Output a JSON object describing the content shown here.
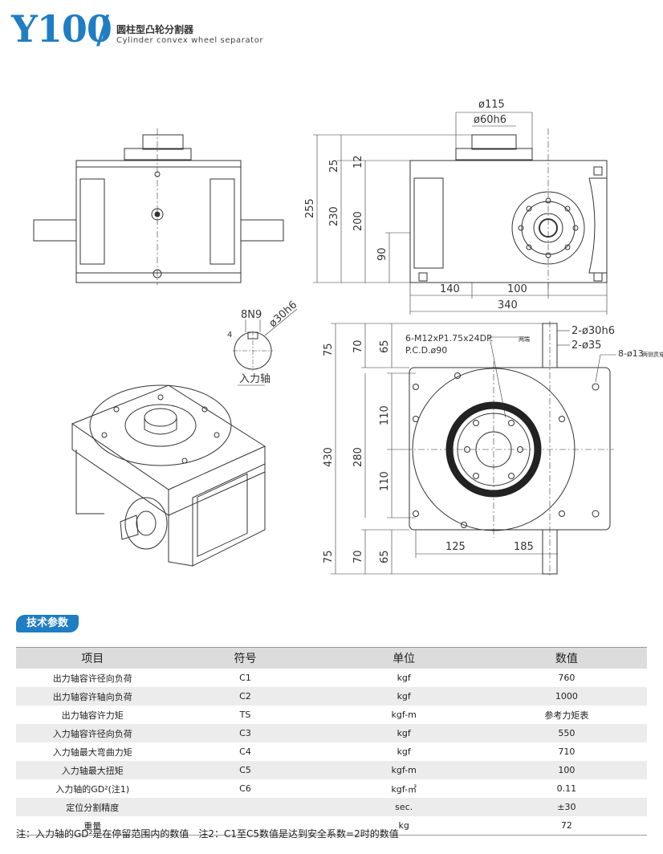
{
  "header": {
    "model": "Y100",
    "title_cn": "圆柱型凸轮分割器",
    "title_en": "Cylinder convex wheel separator"
  },
  "drawing": {
    "input_shaft_label": "入力轴",
    "dims_top_right": [
      "ø115",
      "ø60h6",
      "25",
      "12",
      "255",
      "230",
      "200",
      "90",
      "140",
      "100",
      "340"
    ],
    "dims_shaft": [
      "8N9",
      "ø30h6",
      "4"
    ],
    "dims_bottom_right": [
      "6-M12xP1.75x24DP.",
      "P.C.D.ø90",
      "2-ø30h6",
      "2-ø35",
      "8-ø13",
      "75",
      "70",
      "65",
      "430",
      "280",
      "110",
      "110",
      "75",
      "70",
      "65",
      "125",
      "185"
    ],
    "small_notes": [
      "两端",
      "两侧贯穿"
    ]
  },
  "section": {
    "badge": "技术参数"
  },
  "table": {
    "headers": [
      "项目",
      "符号",
      "单位",
      "数值"
    ],
    "rows": [
      [
        "出力轴容许径向负荷",
        "C1",
        "kgf",
        "760"
      ],
      [
        "出力轴容许轴向负荷",
        "C2",
        "kgf",
        "1000"
      ],
      [
        "出力轴容许力矩",
        "TS",
        "kgf-m",
        "参考力矩表"
      ],
      [
        "入力轴容许径向负荷",
        "C3",
        "kgf",
        "550"
      ],
      [
        "入力轴最大弯曲力矩",
        "C4",
        "kgf",
        "710"
      ],
      [
        "入力轴最大扭矩",
        "C5",
        "kgf-m",
        "100"
      ],
      [
        "入力轴的GD²(注1)",
        "C6",
        "kgf-㎡",
        "0.11"
      ],
      [
        "定位分割精度",
        "",
        "sec.",
        "±30"
      ],
      [
        "重量",
        "",
        "kg",
        "72"
      ]
    ]
  },
  "note": "注：入力轴的GD²是在停留范围内的数值　注2：C1至C5数值是达到安全系数=2时的数值"
}
